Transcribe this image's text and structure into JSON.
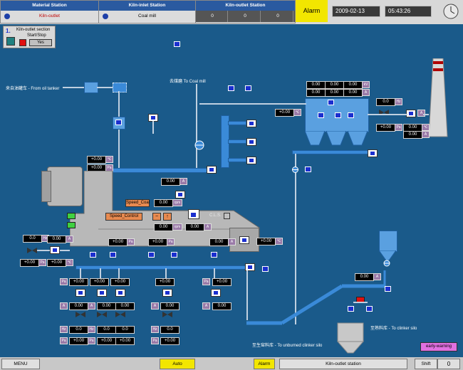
{
  "header": {
    "stations": [
      {
        "title": "Material Station",
        "value": "Kiln-outlet",
        "value_color": "red"
      },
      {
        "title": "Kiln-inlet Station",
        "value": "Coal mill",
        "value_color": "black"
      },
      {
        "title": "Kiln-outlet Station",
        "counts": [
          "0",
          "0",
          "0"
        ]
      }
    ],
    "alarm_label": "Alarm",
    "date": "2009-02-13",
    "time": "05:43:26"
  },
  "panel": {
    "number": "1.",
    "title": "Kiln-outlet section",
    "subtitle": "Start/Stop",
    "yes_label": "Yes"
  },
  "labels": {
    "from_oil_tanker": "来自油罐车 - From oil tanker",
    "to_coal_mill": "去煤磨 To Coal mill",
    "speed_coal": "Speed_Coal",
    "speed_control": "Speed_Control",
    "cls": "C.L.S.",
    "to_unburned": "至生窑料库 - To unburned clinker silo",
    "to_clinker": "至熟料库 - To clinker silo",
    "early_warning": "early-warning"
  },
  "readings": {
    "v000": "0.00",
    "v0": "0.0",
    "vplus": "+0.00",
    "unit_kv": "kV",
    "unit_a": "A",
    "unit_c": "℃",
    "unit_rpm": "rpm",
    "unit_pa": "Pa",
    "unit_hz": "Hz"
  },
  "footer": {
    "menu": "MENU",
    "auto": "Auto",
    "alarm": "Alarm",
    "station": "Kiln-outlet station",
    "shift_label": "Shift",
    "shift_value": "0"
  },
  "colors": {
    "background": "#1a5a8a",
    "alarm": "#f2e600",
    "pipe": "#3a8ad8",
    "equipment": "#b8b8b8"
  }
}
